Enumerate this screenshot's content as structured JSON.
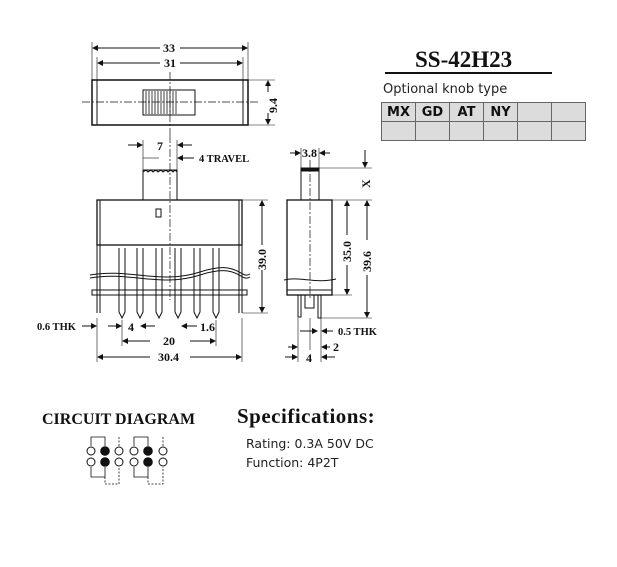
{
  "header": {
    "model": "SS-42H23"
  },
  "knob": {
    "label": "Optional knob type",
    "types": [
      "MX",
      "GD",
      "AT",
      "NY",
      "",
      ""
    ]
  },
  "dimensions": {
    "top_width_outer": "33",
    "top_width_inner": "31",
    "top_height": "9.4",
    "knob_width": "7",
    "travel": "4 TRAVEL",
    "front_height": "39.0",
    "pin_thk": "0.6 THK",
    "pin_pitch": "4",
    "pin_width": "1.6",
    "pin_span": "20",
    "base_width": "30.4",
    "side_knob_width": "3.8",
    "side_knob_height": "X",
    "side_body_height": "35.0",
    "side_total_height": "39.6",
    "side_pin_thk": "0.5 THK",
    "side_pin_gap": "2",
    "side_pin_span": "4"
  },
  "circuit": {
    "title": "CIRCUIT DIAGRAM"
  },
  "specifications": {
    "title": "Specifications:",
    "rating": "Rating: 0.3A 50V  DC",
    "function": "Function: 4P2T"
  }
}
